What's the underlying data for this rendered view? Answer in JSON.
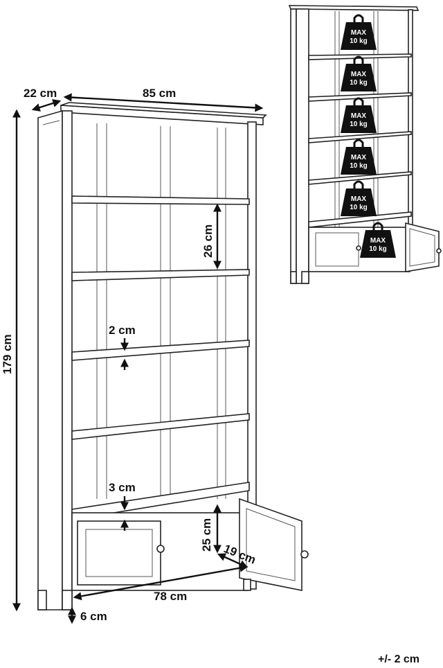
{
  "dimensions": {
    "depth": "22 cm",
    "width": "85 cm",
    "height": "179 cm",
    "shelf_gap": "26 cm",
    "shelf_thickness": "2 cm",
    "base_shelf_thickness": "3 cm",
    "cabinet_height": "25 cm",
    "cabinet_depth": "19 cm",
    "inner_width": "78 cm",
    "leg_height": "6 cm"
  },
  "max_load": {
    "line1": "MAX",
    "line2": "10 kg",
    "count": 6
  },
  "tolerance": "+/- 2 cm"
}
